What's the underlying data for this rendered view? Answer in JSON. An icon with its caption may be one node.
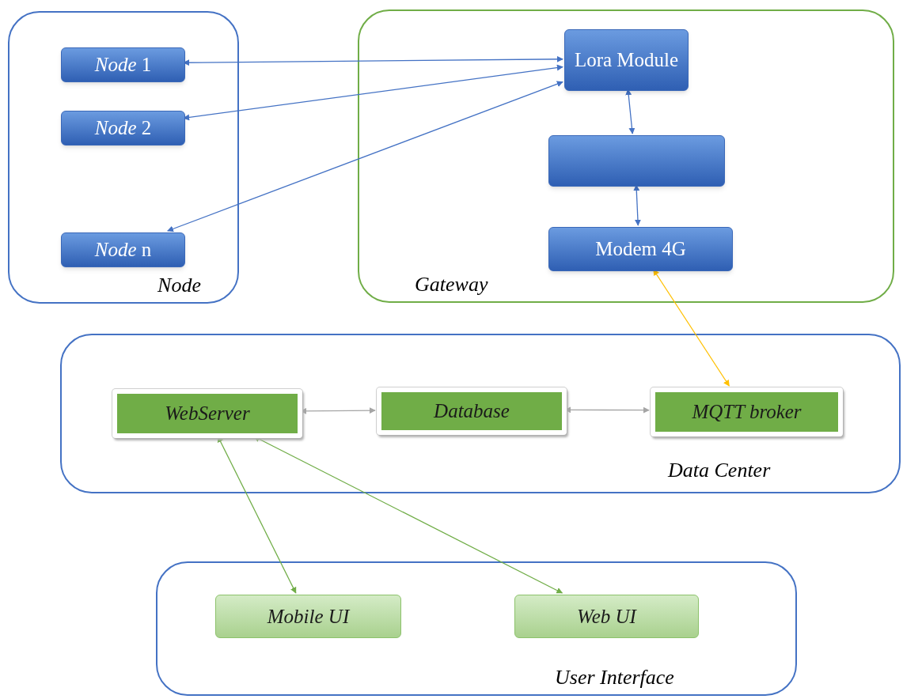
{
  "diagram": {
    "nodes": [
      {
        "text": [
          "Node"
        ]
      },
      {
        "text": [
          "*Node* 1"
        ],
        "in": 0
      },
      {
        "text": [
          "*Node* 2"
        ],
        "in": 0
      },
      {
        "text": [
          "*Node* n"
        ],
        "in": 0
      },
      {
        "text": [
          "Gateway"
        ]
      },
      {
        "text": [
          "Lora Module"
        ],
        "in": 4
      },
      {
        "text": [],
        "shape": "box",
        "in": 4
      },
      {
        "text": [
          "Modem 4G"
        ],
        "in": 4
      },
      {
        "text": [
          "Data Center"
        ]
      },
      {
        "text": [
          "WebServer"
        ],
        "in": 8
      },
      {
        "text": [
          "Database"
        ],
        "in": 8
      },
      {
        "text": [
          "MQTT broker"
        ],
        "in": 8
      },
      {
        "text": [
          "User Interface"
        ]
      },
      {
        "text": [
          "Mobile UI"
        ],
        "in": 12
      },
      {
        "text": [
          "Web UI"
        ],
        "in": 12
      }
    ],
    "edges": [
      {
        "from": 1,
        "to": 5,
        "arrow": "both"
      },
      {
        "from": 2,
        "to": 5,
        "arrow": "both"
      },
      {
        "from": 3,
        "to": 5,
        "arrow": "both"
      },
      {
        "from": 5,
        "to": 6,
        "arrow": "both"
      },
      {
        "from": 6,
        "to": 7,
        "arrow": "both"
      },
      {
        "from": 11,
        "to": 7,
        "arrow": "both",
        "color": "#ffc000"
      },
      {
        "from": 9,
        "to": 10,
        "arrow": "both",
        "color": "#a5a5a5"
      },
      {
        "from": 10,
        "to": 11,
        "arrow": "both",
        "color": "#a5a5a5"
      },
      {
        "from": 9,
        "to": 13,
        "arrow": "both",
        "color": "#70ad47"
      },
      {
        "from": 9,
        "to": 14,
        "arrow": "both",
        "color": "#70ad47"
      }
    ]
  }
}
